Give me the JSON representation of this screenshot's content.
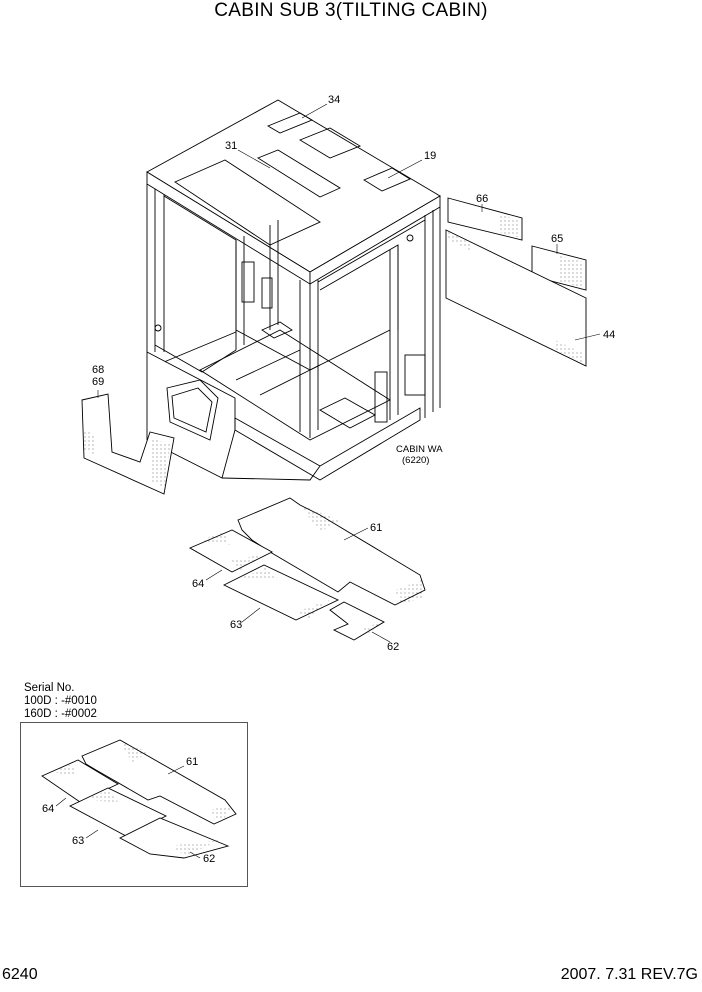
{
  "title": "CABIN SUB 3(TILTING CABIN)",
  "labels": {
    "p34": "34",
    "p31": "31",
    "p19": "19",
    "p66": "66",
    "p65": "65",
    "p44": "44",
    "p68": "68",
    "p69": "69",
    "p61": "61",
    "p64": "64",
    "p63": "63",
    "p62": "62"
  },
  "cabin_ref": {
    "line1": "CABIN WA",
    "line2": "(6220)"
  },
  "serial": {
    "heading": "Serial No.",
    "line1": "100D : -#0010",
    "line2": "160D : -#0002"
  },
  "inset_labels": {
    "p61": "61",
    "p64": "64",
    "p63": "63",
    "p62": "62"
  },
  "footer": {
    "page": "6240",
    "revision": "2007. 7.31 REV.7G"
  }
}
